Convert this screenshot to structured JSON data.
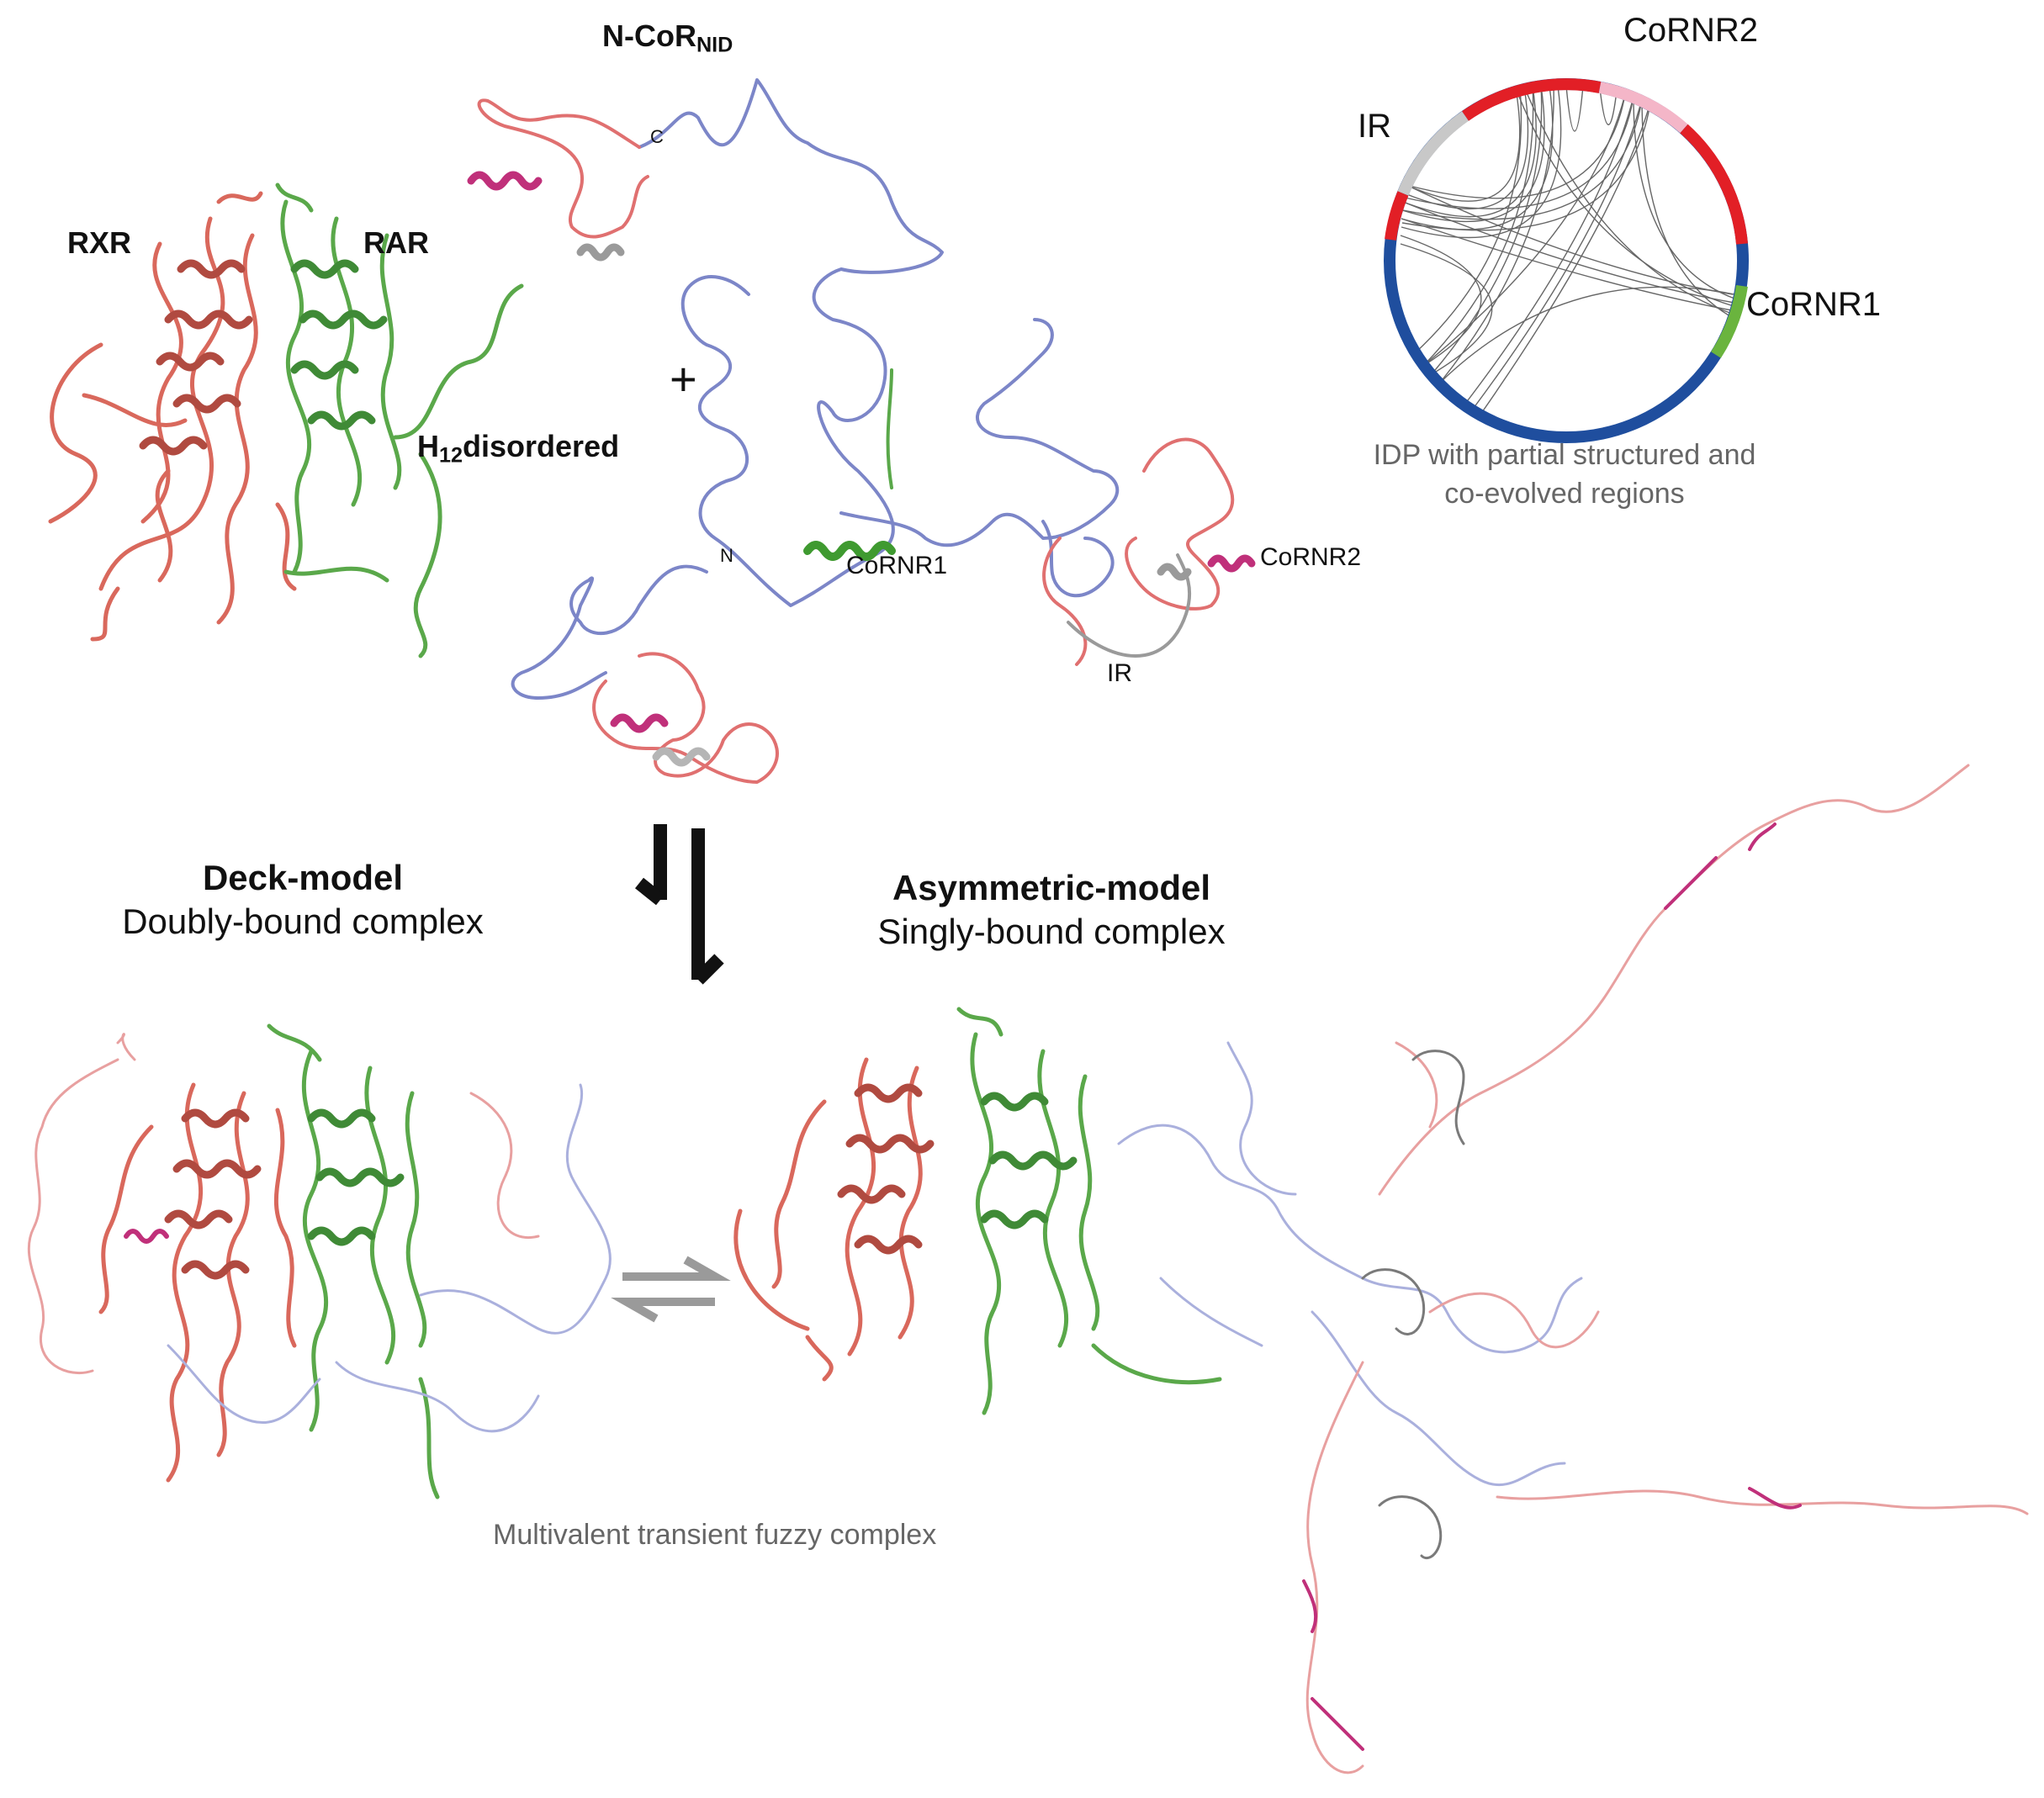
{
  "top": {
    "rxr_label": "RXR",
    "rar_label": "RAR",
    "ncor_label": "N-CoR",
    "ncor_sub": "NID",
    "h12_label": "H",
    "h12_sub": "12",
    "h12_suffix": "disordered",
    "plus": "+",
    "n_term": "N",
    "c_term": "C",
    "cornr1": "CoRNR1",
    "cornr2": "CoRNR2",
    "ir": "IR"
  },
  "circle": {
    "ir": "IR",
    "cornr2": "CoRNR2",
    "cornr1": "CoRNR1",
    "caption_line1": "IDP with partial structured and",
    "caption_line2": "co-evolved regions",
    "colors": {
      "red": "#e21f26",
      "pink": "#f4b6c8",
      "grey": "#c8c8c8",
      "blue": "#1f4e9e",
      "green": "#6ab43e"
    }
  },
  "models": {
    "deck_title": "Deck-model",
    "deck_sub": "Doubly-bound complex",
    "asym_title": "Asymmetric-model",
    "asym_sub": "Singly-bound complex",
    "caption": "Multivalent transient fuzzy complex"
  },
  "colors": {
    "rxr": "#d9685c",
    "rar": "#5aa84a",
    "coil_blue": "#7c86c8",
    "coil_red": "#e07070",
    "magenta": "#c0307a",
    "grey_helix": "#9a9a9a"
  }
}
